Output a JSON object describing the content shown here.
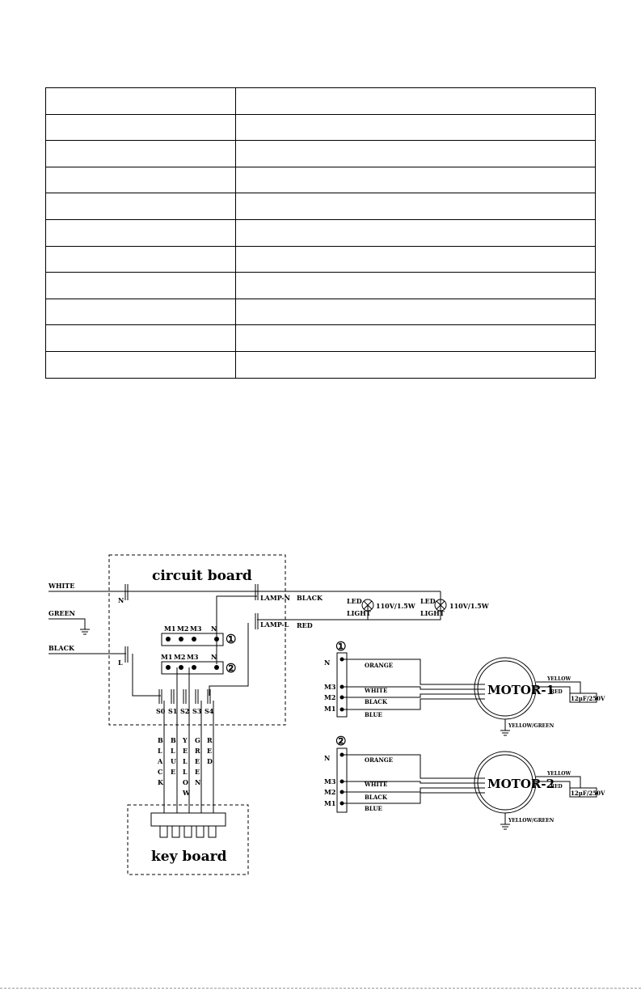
{
  "spec_table": {
    "rows": [
      [
        "",
        ""
      ],
      [
        "",
        ""
      ],
      [
        "",
        ""
      ],
      [
        "",
        ""
      ],
      [
        "",
        ""
      ],
      [
        "",
        ""
      ],
      [
        "",
        ""
      ],
      [
        "",
        ""
      ],
      [
        "",
        ""
      ],
      [
        "",
        ""
      ],
      [
        "",
        ""
      ]
    ]
  },
  "diagram": {
    "circuit_board": "circuit board",
    "key_board": "key board",
    "supply": {
      "white": "WHITE",
      "green": "GREEN",
      "black": "BLACK"
    },
    "terminals": {
      "n": "N",
      "l": "L",
      "lamp_n": "LAMP-N",
      "lamp_l": "LAMP-L",
      "m1": "M1",
      "m2": "M2",
      "m3": "M3",
      "circle1": "①",
      "circle2": "②",
      "s0": "S0",
      "s1": "S1",
      "s2": "S2",
      "s3": "S3",
      "s4": "S4"
    },
    "lamp_wires": {
      "black": "BLACK",
      "red": "RED"
    },
    "led": {
      "line1": "LED",
      "line2": "LIGHT",
      "rating": "110V/1.5W"
    },
    "key_wires": {
      "black": [
        "B",
        "L",
        "A",
        "C",
        "K"
      ],
      "blue": [
        "B",
        "L",
        "U",
        "E"
      ],
      "yellow": [
        "Y",
        "E",
        "L",
        "L",
        "O",
        "W"
      ],
      "green": [
        "G",
        "R",
        "E",
        "E",
        "N"
      ],
      "red": [
        "R",
        "E",
        "D"
      ]
    },
    "motor_wires": {
      "orange": "ORANGE",
      "white": "WHITE",
      "black": "BLACK",
      "blue": "BLUE"
    },
    "motor1": "MOTOR-1",
    "motor2": "MOTOR-2",
    "motor_leads": {
      "yellow": "YELLOW",
      "red": "RED",
      "yellow_green": "YELLOW/GREEN"
    },
    "capacitor": "12μF/250V"
  }
}
